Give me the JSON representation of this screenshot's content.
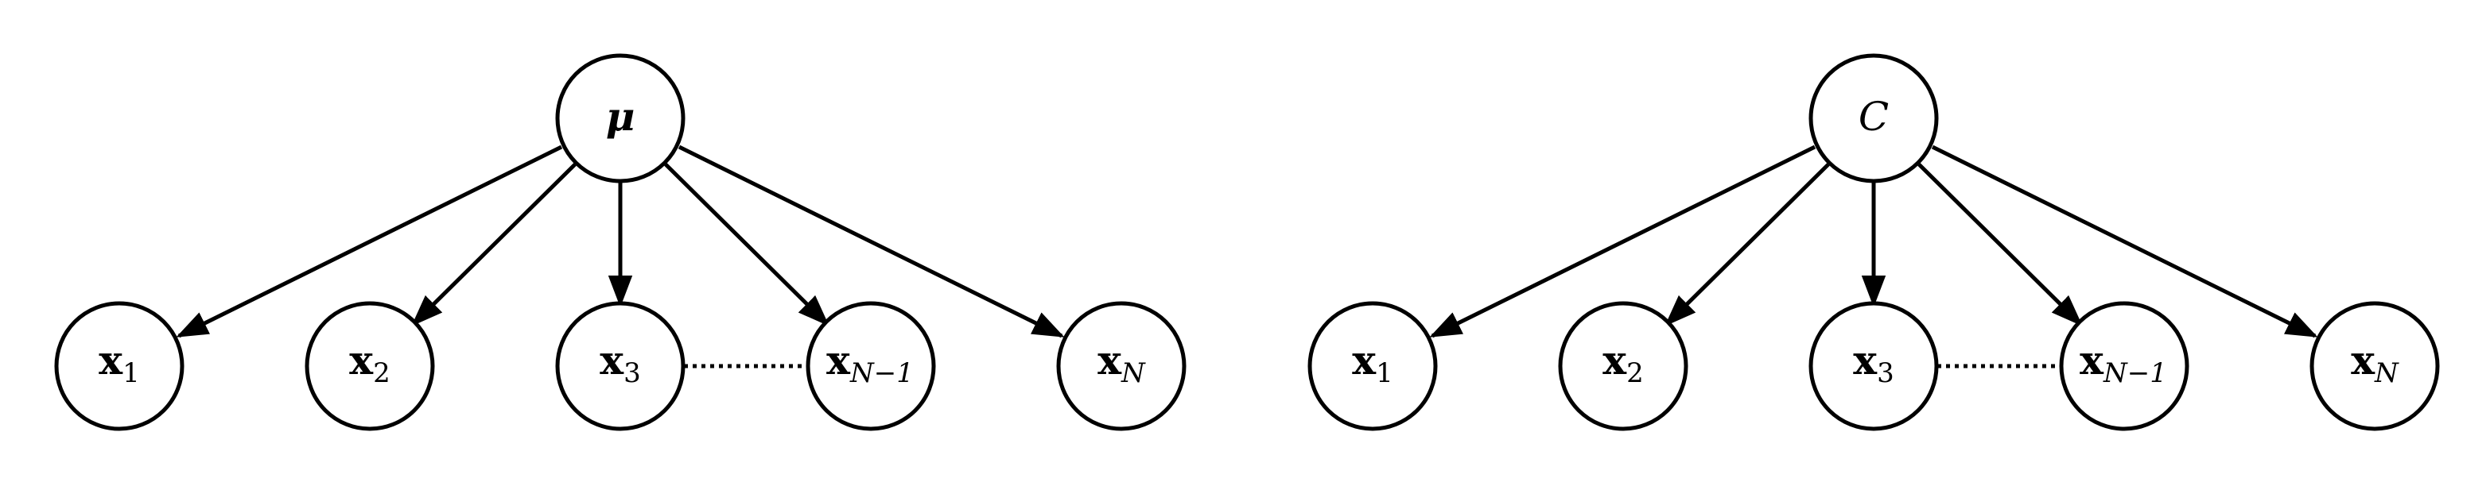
{
  "diagrams": [
    {
      "parent": {
        "symbol": "μ",
        "style": "bold-italic"
      },
      "children": [
        {
          "base": "x",
          "sub": "1"
        },
        {
          "base": "x",
          "sub": "2"
        },
        {
          "base": "x",
          "sub": "3"
        },
        {
          "base": "x",
          "sub": "N−1"
        },
        {
          "base": "x",
          "sub": "N"
        }
      ]
    },
    {
      "parent": {
        "symbol": "C",
        "style": "italic"
      },
      "children": [
        {
          "base": "x",
          "sub": "1"
        },
        {
          "base": "x",
          "sub": "2"
        },
        {
          "base": "x",
          "sub": "3"
        },
        {
          "base": "x",
          "sub": "N−1"
        },
        {
          "base": "x",
          "sub": "N"
        }
      ]
    }
  ]
}
